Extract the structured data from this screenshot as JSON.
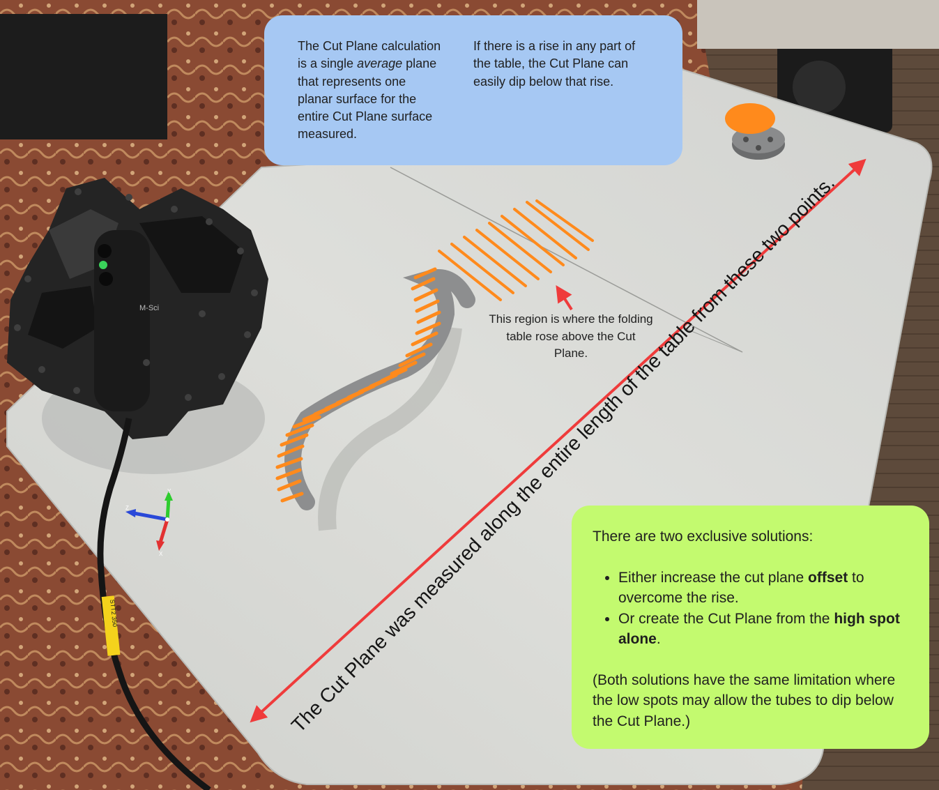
{
  "callouts": {
    "blue_left": [
      "The Cut Plane calculation",
      "is a single",
      "average",
      "plane",
      "that represents one",
      "planar surface for the",
      "entire Cut Plane surface",
      "measured."
    ],
    "blue_right": "If there is a rise in any part of the table, the Cut Plane can easily dip below that rise.",
    "region_label": "This region is where the folding  table rose above the Cut Plane.",
    "arrow_caption": "The Cut Plane was measured along the entire length of the table from these two points.",
    "green_intro": "There are two exclusive solutions:",
    "green_bullet1": [
      "Either increase the cut plane",
      "offset",
      "to overcome the rise."
    ],
    "green_bullet2": [
      "Or create the Cut Plane from the",
      "high spot alone",
      "."
    ],
    "green_note": "(Both solutions have the same limitation where the low spots may allow the tubes to dip below the Cut Plane.)"
  },
  "photo_text": {
    "device_label": "M-Sci",
    "cable_tag": "STT2 350",
    "axis_y": "Y",
    "axis_z": "Z",
    "axis_x": "X"
  },
  "colors": {
    "blue_box": "#a6c8f3",
    "green_box": "#c3fa6f",
    "arrow_red": "#ef3b3b",
    "scan_orange": "#ff8a1c",
    "table": "#d8d9d6"
  }
}
